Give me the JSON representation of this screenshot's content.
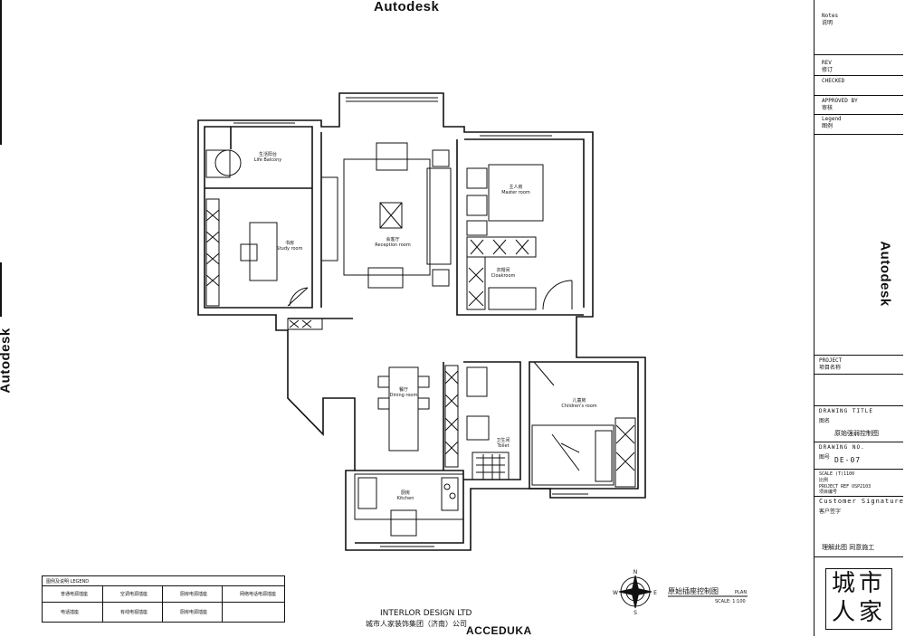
{
  "watermark": {
    "top": "Autodesk",
    "right": "Autodesk",
    "left": "Autodesk",
    "bottom": "ACCEDUKA"
  },
  "title_block": {
    "notes_en": "Notes",
    "notes_cn": "说明",
    "rev_en": "REV",
    "rev_cn": "修订",
    "checked_en": "CHECKED",
    "approved_en": "APPROVED BY",
    "approved_cn": "审核",
    "legend_en": "Legend",
    "legend_cn": "图例",
    "project_en": "PROJECT",
    "project_cn": "项目名称",
    "drawing_title_en": "DRAWING TITLE",
    "drawing_title_cn": "图名",
    "drawing_title_value": "原始强弱控制图",
    "drawing_no_en": "DRAWING NO.",
    "drawing_no_cn": "图号",
    "drawing_no_value": "DE-07",
    "scale_line": "SCALE     (T)1100",
    "scale_cn": "比例",
    "project_ref": "PROJECT REF   OSP2103",
    "project_ref_cn": "项目编号",
    "signature_en": "Customer Signature",
    "signature_cn": "客户签字",
    "agree_text": "理解此图 同意施工",
    "stamp_text": "城市人家"
  },
  "plan": {
    "rooms": {
      "balcony_cn": "生活阳台",
      "balcony_en": "Life Balcony",
      "study_cn": "书房",
      "study_en": "Study room",
      "living_cn": "会客厅",
      "living_en": "Reception room",
      "master_cn": "主人房",
      "master_en": "Master room",
      "cloak_cn": "衣帽间",
      "cloak_en": "Cloakroom",
      "dining_cn": "餐厅",
      "dining_en": "Dining room",
      "child_cn": "儿童房",
      "child_en": "Children's room",
      "bath_cn": "卫生间",
      "bath_en": "Toilet",
      "kitchen_cn": "厨房",
      "kitchen_en": "Kitchen"
    },
    "title_cn": "原始插座控制图",
    "title_en": "PLAN",
    "scale": "SCALE: 1:100",
    "compass_n": "N",
    "compass_s": "S",
    "compass_e": "E",
    "compass_w": "W"
  },
  "company": {
    "logo_text": "INTERLOR DESIGN LTD",
    "name_cn": "城市人家装饰集团（济南）公司"
  },
  "legend_box": {
    "title": "图例及说明  LEGEND",
    "items": [
      "普通电源插座",
      "空调电源插座",
      "厨房电源插座",
      "网络电话电源插座",
      "电话插座",
      "有线电视插座",
      "厨房电源插座",
      ""
    ]
  }
}
